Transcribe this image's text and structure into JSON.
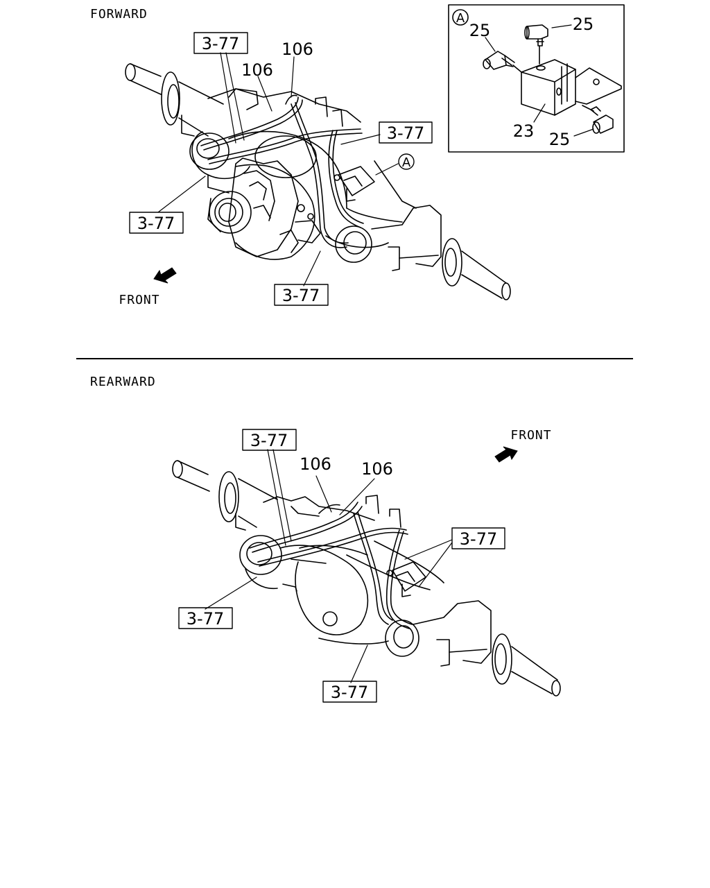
{
  "sections": {
    "forward": {
      "title": "FORWARD"
    },
    "rearward": {
      "title": "REARWARD"
    }
  },
  "direction_label": "FRONT",
  "ref_label": "3-77",
  "callouts": {
    "pipe": "106",
    "bracket": "23",
    "fitting": "25",
    "detail": "A"
  }
}
